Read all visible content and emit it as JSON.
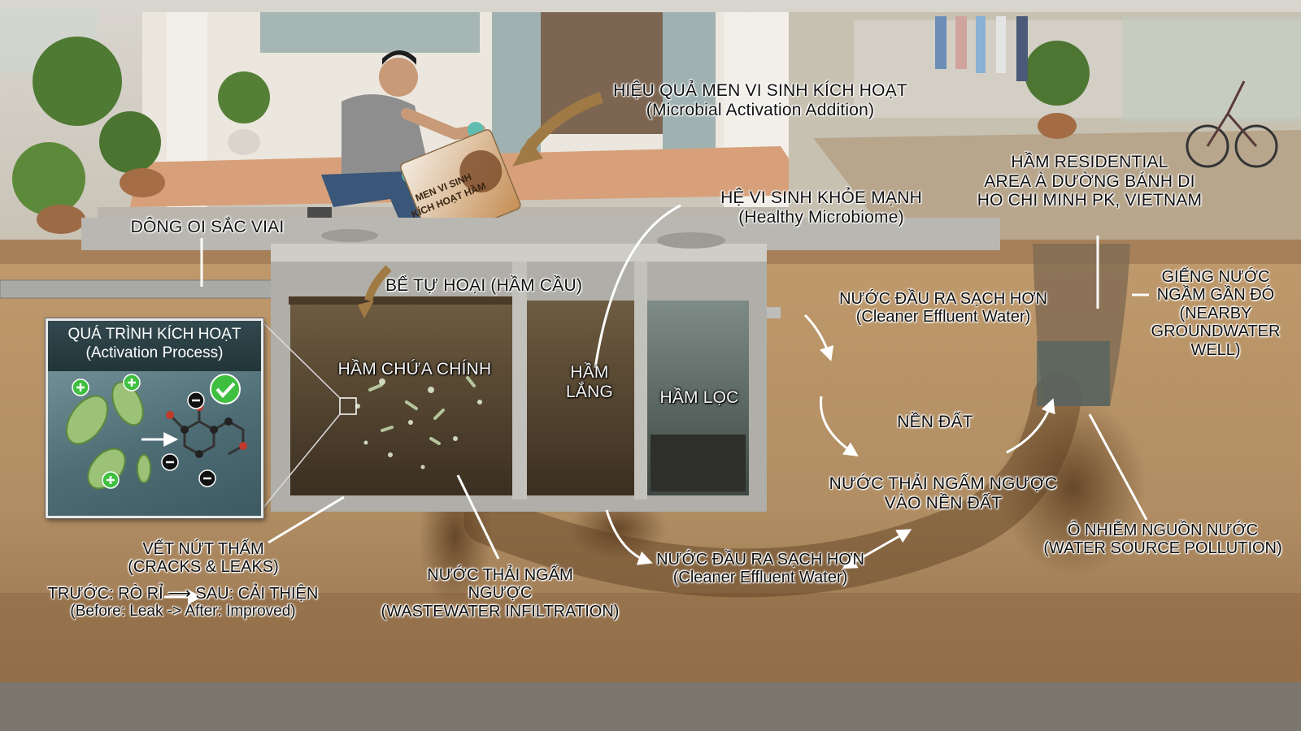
{
  "labels": {
    "microbial_addition": {
      "vi": "HIỆU QUẢ MEN VI SINH KÍCH HOẠT",
      "en": "(Microbial Activation Addition)"
    },
    "residential_area": {
      "line1": "HẦM RESIDENTIAL",
      "line2": "AREA À DƯỜNG BÁNH DI",
      "line3": "HO CHI MINH PK, VIETNAM"
    },
    "healthy_microbiome": {
      "vi": "HỆ VI SINH KHỎE MẠNH",
      "en": "(Healthy Microbiome)"
    },
    "inflow_pipe": "DÔNG OI SẮC VIAI",
    "septic_tank": "BỂ TỰ HOẠI (HẦM CẦU)",
    "cleaner_effluent_top": {
      "vi": "NƯỚC ĐẦU RA SẠCH HƠN",
      "en": "(Cleaner Effluent Water)"
    },
    "groundwater_well": {
      "line1": "GIẾNG NƯỚC",
      "line2": "NGẦM GẦN ĐÓ",
      "line3": "(NEARBY",
      "line4": "GROUNDWATER",
      "line5": "WELL)"
    },
    "activation_process": {
      "vi": "QUÁ TRÌNH KÍCH HOẠT",
      "en": "(Activation Process)"
    },
    "main_chamber": "HẦM CHỨA CHÍNH",
    "settling_chamber": {
      "line1": "HẦM",
      "line2": "LẮNG"
    },
    "filter_chamber": "HẦM LỌC",
    "soil_base": "NỀN ĐẤT",
    "wastewater_seep_soil": {
      "line1": "NƯỚC THẢI NGẤM NGƯỢC",
      "line2": "VÀO NỀN ĐẤT"
    },
    "water_pollution": {
      "vi": "Ô NHIỄM NGUỒN NƯỚC",
      "en": "(WATER SOURCE POLLUTION)"
    },
    "cracks_leaks": {
      "vi": "VẾT NỨT THẤM",
      "en": "(CRACKS & LEAKS)",
      "before_after_vi": "TRƯỚC: RÒ RỈ ⟶ SAU: CẢI THIỆN",
      "before_after_en": "(Before: Leak -> After: Improved)"
    },
    "wastewater_infiltration": {
      "line1": "NƯỚC THẢI NGẤM",
      "line2": "NGƯỢC",
      "line3": "(WASTEWATER INFILTRATION)"
    },
    "cleaner_effluent_bottom": {
      "vi": "NƯỚC ĐẦU RA SẠCH HƠN",
      "en": "(Cleaner Effluent Water)"
    }
  },
  "product_bag": {
    "line1": "MEN VI SINH",
    "line2": "KÍCH HOẠT HẦM"
  },
  "colors": {
    "soil": "#b08d63",
    "soil_dark": "#7a5a3a",
    "concrete": "#a9a9a4",
    "wastewater": "#5b4a33",
    "filter_water": "#5d6d6c",
    "inset_bg": "#5c7b82",
    "check_green": "#3fbf3f"
  }
}
